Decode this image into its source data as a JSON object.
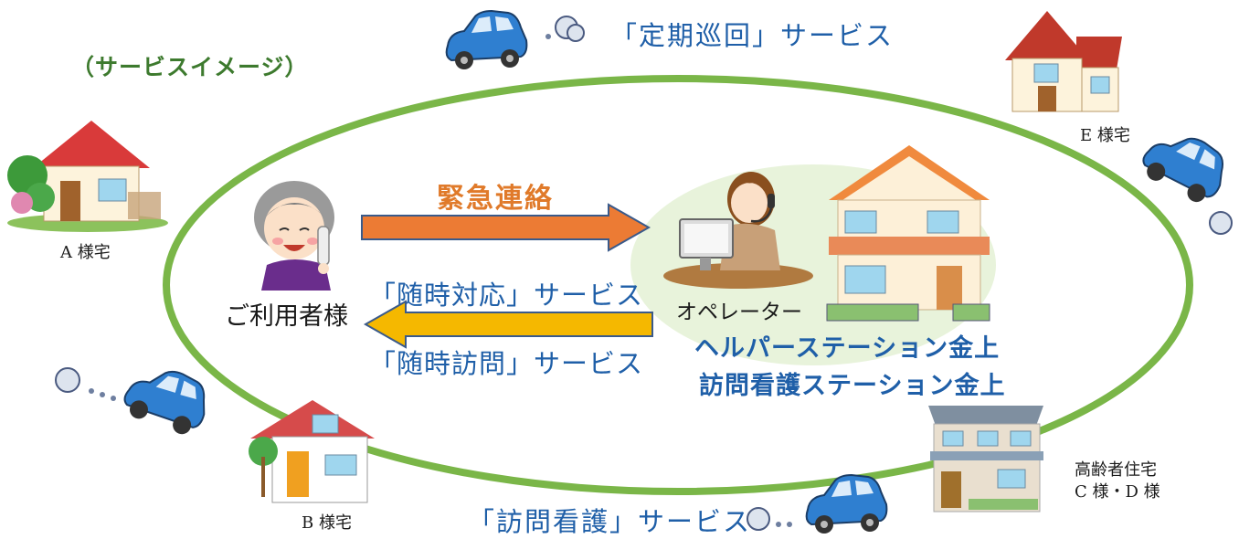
{
  "title": "（サービスイメージ）",
  "services": {
    "teiki_junkai": "「定期巡回」サービス",
    "homon_kango": "「訪問看護」サービス",
    "zuiji_taio": "「随時対応」サービス",
    "zuiji_homon": "「随時訪問」サービス"
  },
  "emergency_label": "緊急連絡",
  "user_label": "ご利用者様",
  "operator_label": "オペレーター",
  "stations": {
    "helper": "ヘルパーステーション金上",
    "nursing": "訪問看護ステーション金上"
  },
  "houses": {
    "a": "A 様宅",
    "b": "B 様宅",
    "e": "E 様宅",
    "cd_line1": "高齢者住宅",
    "cd_line2": "C 様・D 様"
  },
  "colors": {
    "ellipse": "#7ab648",
    "emergency_arrow": "#ec7b34",
    "response_arrow": "#f5b800",
    "service_text": "#1f5fa8",
    "title": "#3d7a2e",
    "car": "#2f7fd0"
  }
}
